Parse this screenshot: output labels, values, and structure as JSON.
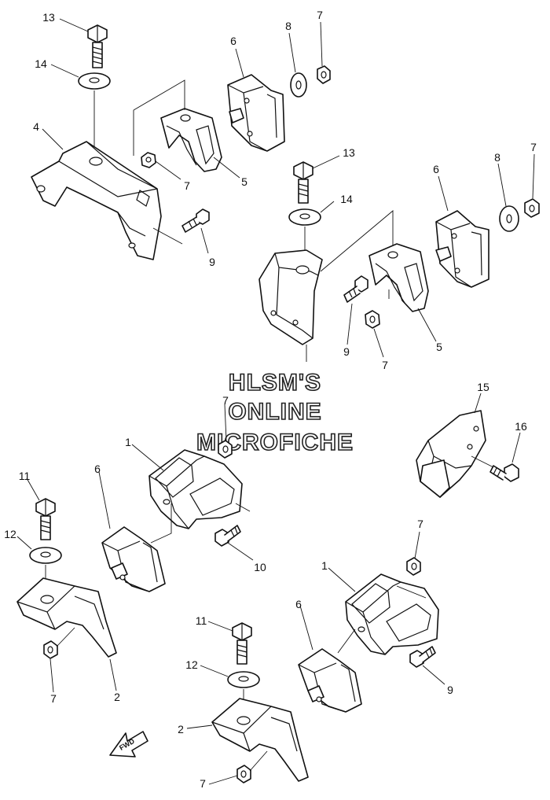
{
  "callouts": [
    "1",
    "2",
    "4",
    "5",
    "6",
    "7",
    "8",
    "9",
    "10",
    "11",
    "12",
    "13",
    "14",
    "15",
    "16"
  ],
  "watermark": {
    "line1": "HLSM'S",
    "line2": "ONLINE",
    "line3": "MICROFICHE"
  },
  "direction_marker": "FWD"
}
